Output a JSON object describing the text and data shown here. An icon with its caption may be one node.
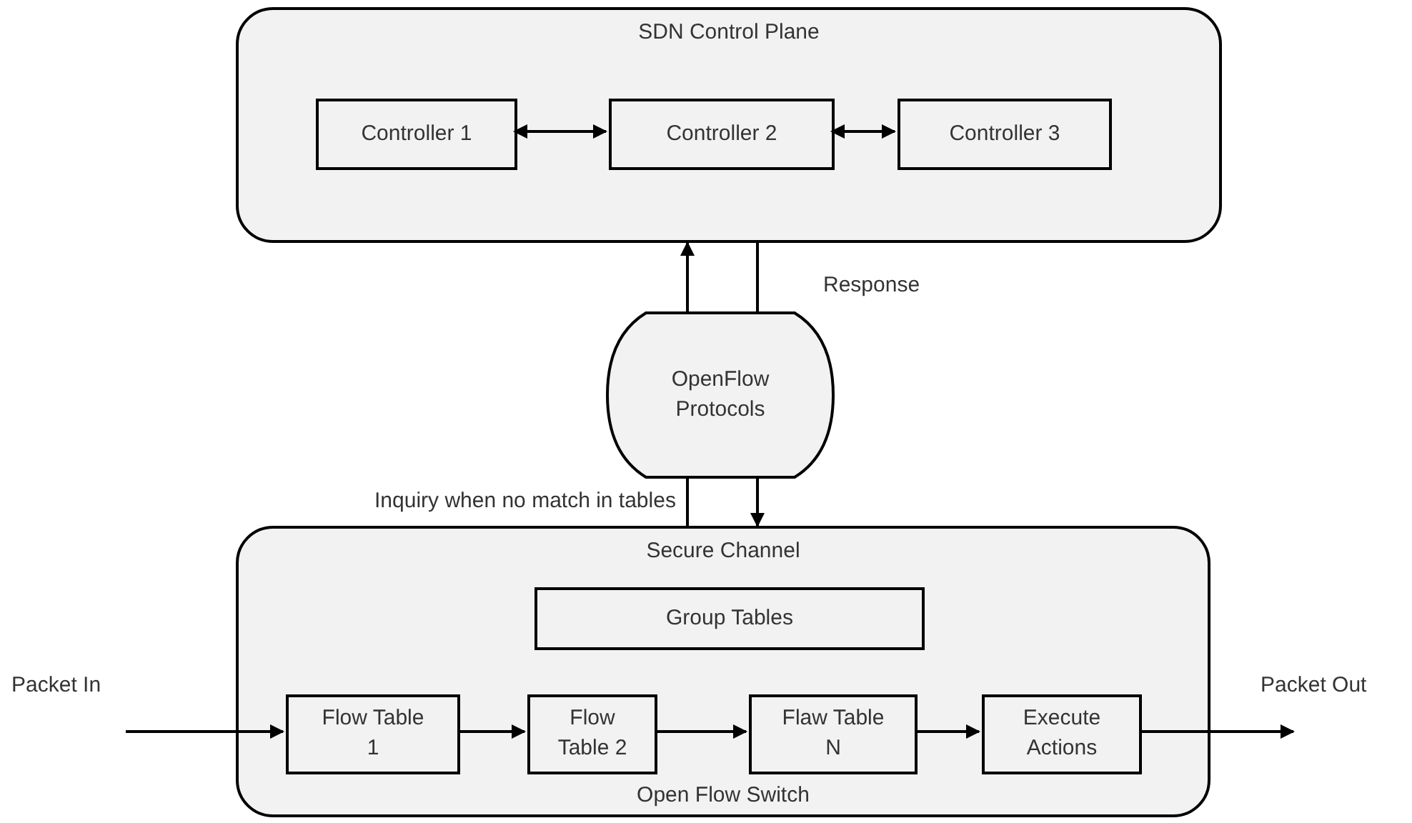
{
  "diagram": {
    "nodes": [
      {
        "text": [
          "SDN Control Plane"
        ]
      },
      {
        "text": [
          "Controller 1"
        ],
        "in": 0
      },
      {
        "text": [
          "Controller 2"
        ],
        "in": 0
      },
      {
        "text": [
          "Controller 3"
        ],
        "in": 0
      },
      {
        "text": [
          "OpenFlow Protocols"
        ]
      },
      {
        "text": [
          "Secure Channel",
          "Open Flow Switch"
        ]
      },
      {
        "text": [
          "Group Tables"
        ],
        "in": 5
      },
      {
        "text": [
          "Flow Table 1"
        ],
        "in": 5
      },
      {
        "text": [
          "Flow Table 2"
        ],
        "in": 5
      },
      {
        "text": [
          "Flaw Table N"
        ],
        "in": 5
      },
      {
        "text": [
          "Execute Actions"
        ],
        "in": 5
      }
    ],
    "edges": [
      {
        "from": 1,
        "to": 2,
        "arrow": "both"
      },
      {
        "from": 2,
        "to": 3,
        "arrow": "both"
      },
      {
        "from": 5,
        "to": 4,
        "arrow": "none",
        "label": "Inquiry when no match in tables"
      },
      {
        "from": 4,
        "to": 0,
        "arrow": "to"
      },
      {
        "from": 0,
        "to": 4,
        "arrow": "none",
        "label": "Response"
      },
      {
        "from": 4,
        "to": 5,
        "arrow": "to"
      },
      {
        "from": null,
        "to": 7,
        "arrow": "to",
        "label": "Packet In"
      },
      {
        "from": 7,
        "to": 8,
        "arrow": "to"
      },
      {
        "from": 8,
        "to": 9,
        "arrow": "to"
      },
      {
        "from": 9,
        "to": 10,
        "arrow": "to"
      },
      {
        "from": 10,
        "to": null,
        "arrow": "to",
        "label": "Packet Out"
      }
    ]
  }
}
